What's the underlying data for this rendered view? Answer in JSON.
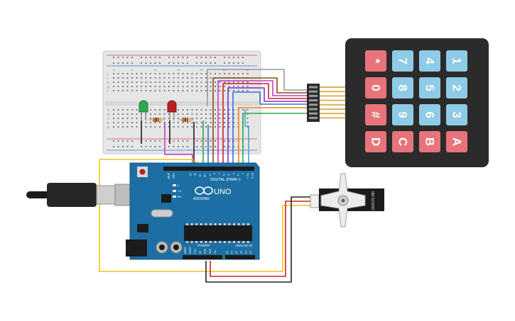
{
  "arduino": {
    "brand": "ARDUINO",
    "model": "UNO",
    "digital_label": "DIGITAL (PWM~)",
    "power_label": "POWER",
    "analog_label": "ANALOG IN",
    "tx_label": "TX",
    "rx_label": "RX",
    "l_label": "L",
    "ioref_label": "IOREF",
    "reset_label": "RESET",
    "v33_label": "3.3V",
    "v5_label": "5V",
    "gnd_label": "GND",
    "vin_label": "Vin",
    "aref_label": "AREF",
    "digital_pins": [
      "13",
      "12",
      "~11",
      "~10",
      "~9",
      "8",
      "7",
      "~6",
      "~5",
      "4",
      "~3",
      "2",
      "TX 1",
      "RX 0"
    ],
    "analog_pins": [
      "A0",
      "A1",
      "A2",
      "A3",
      "A4",
      "A5"
    ]
  },
  "servo": {
    "label": "SM-S2309S"
  },
  "keypad": {
    "keys": [
      [
        "*",
        "7",
        "4",
        "1"
      ],
      [
        "0",
        "8",
        "5",
        "2"
      ],
      [
        "#",
        "9",
        "6",
        "3"
      ],
      [
        "D",
        "C",
        "B",
        "A"
      ]
    ]
  },
  "breadboard": {
    "row_letters_top": [
      "j",
      "i",
      "h",
      "g",
      "f"
    ],
    "row_letters_bottom": [
      "e",
      "d",
      "c",
      "b",
      "a"
    ],
    "column_numbers": [
      "1",
      "5",
      "10",
      "15",
      "20",
      "25",
      "30"
    ]
  },
  "colors": {
    "key_red": "#e8737a",
    "key_blue": "#8ecbe6",
    "keypad_body": "#2b2b2b",
    "board_blue": "#1d6fa3",
    "led_green": "#2ea84a",
    "led_red": "#b8201f"
  }
}
